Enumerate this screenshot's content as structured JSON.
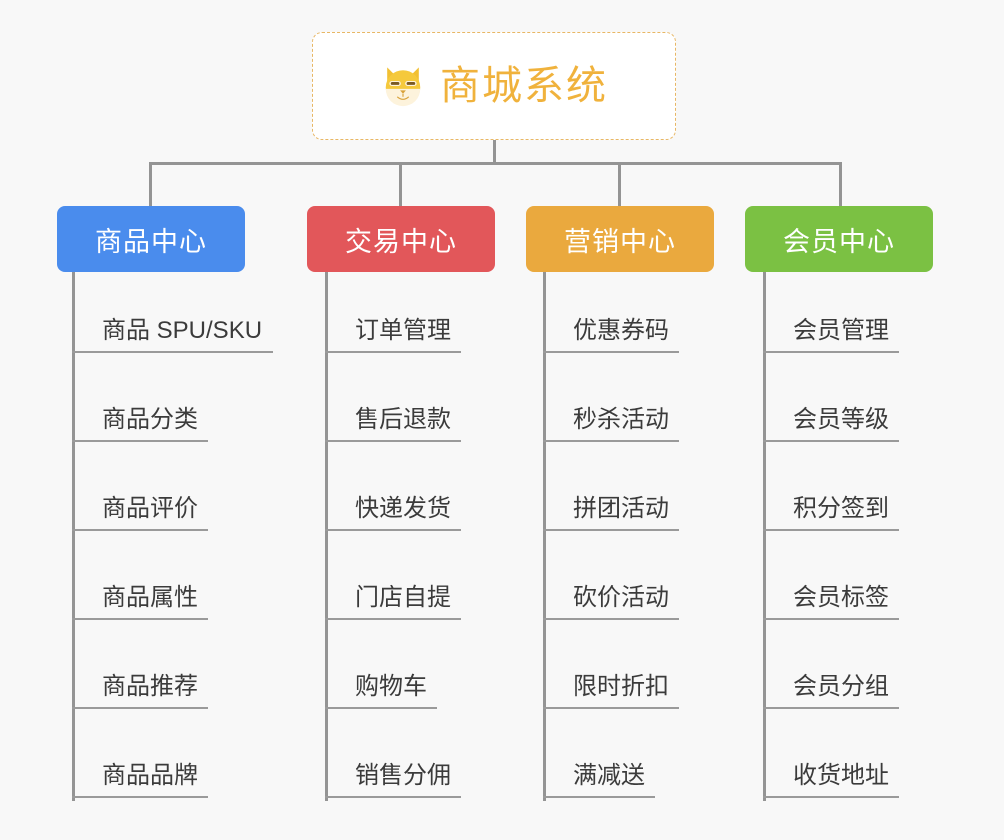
{
  "canvas": {
    "background": "#f8f8f8",
    "connector_color": "#949494",
    "leaf_rule_color": "#9a9a9a",
    "leaf_text_color": "#3b3b3b"
  },
  "root": {
    "icon": "shiba-dog-face-icon",
    "title": "商城系统",
    "title_color": "#f0b23c",
    "border_color": "#e8b765",
    "background": "#ffffff"
  },
  "categories": [
    {
      "id": "product-center",
      "label": "商品中心",
      "color": "#4a8ced",
      "items": [
        "商品 SPU/SKU",
        "商品分类",
        "商品评价",
        "商品属性",
        "商品推荐",
        "商品品牌"
      ]
    },
    {
      "id": "trade-center",
      "label": "交易中心",
      "color": "#e2575a",
      "items": [
        "订单管理",
        "售后退款",
        "快递发货",
        "门店自提",
        "购物车",
        "销售分佣"
      ]
    },
    {
      "id": "marketing-center",
      "label": "营销中心",
      "color": "#eaa93e",
      "items": [
        "优惠券码",
        "秒杀活动",
        "拼团活动",
        "砍价活动",
        "限时折扣",
        "满减送"
      ]
    },
    {
      "id": "member-center",
      "label": "会员中心",
      "color": "#7bc143",
      "items": [
        "会员管理",
        "会员等级",
        "积分签到",
        "会员标签",
        "会员分组",
        "收货地址"
      ]
    }
  ]
}
